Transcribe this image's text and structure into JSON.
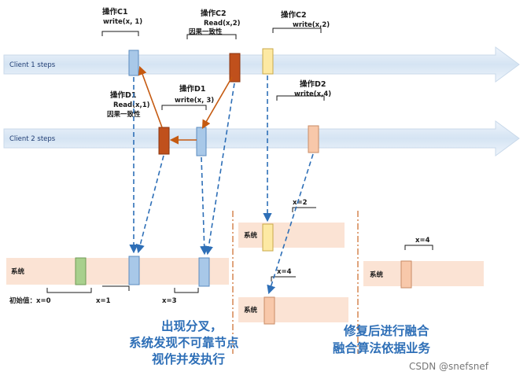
{
  "lanes": {
    "client1": "Client 1 steps",
    "client2": "Client 2 steps"
  },
  "ops": {
    "c1": {
      "title": "操作C1",
      "line1": "write(x, 1)"
    },
    "c2_read": {
      "title": "操作C2",
      "line1": "Read(x,2)",
      "line2": "因果一致性"
    },
    "c2_write": {
      "title": "操作C2",
      "line1": "write(x,2)"
    },
    "d1_read": {
      "title": "操作D1",
      "line1": "Read(x,1)",
      "line2": "因果一致性"
    },
    "d1_write": {
      "title": "操作D1",
      "line1": "write(x, 3)"
    },
    "d2": {
      "title": "操作D2",
      "line1": "write(x,4)"
    }
  },
  "system_label": "系统",
  "values": {
    "initial": "初始值：x=0",
    "x1": "x=1",
    "x3": "x=3",
    "branch1": "x=2",
    "branch2": "x=4",
    "merged": "x=4"
  },
  "captions": {
    "left": [
      "出现分叉，",
      "系统发现不可靠节点",
      "视作并发执行"
    ],
    "right": [
      "修复后进行融合",
      "融合算法依据业务"
    ]
  },
  "watermark": "CSDN @snefsnef",
  "colors": {
    "lane_arrow": "#dde9f5",
    "system_bar": "#fbe3d4",
    "blue_box": "#a8c8e8",
    "orange_box": "#c0501c",
    "yellow_box": "#fde9a3",
    "peach_box": "#f8c8aa",
    "green_box": "#a8d08d",
    "dashed_arrow": "#2e6fb7",
    "causal_arrow": "#c55a11",
    "caption": "#2e6fb7"
  }
}
